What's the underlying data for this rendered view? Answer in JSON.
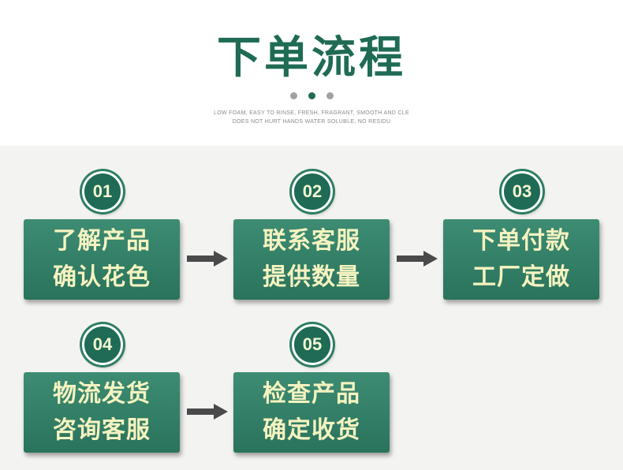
{
  "header": {
    "title": "下单流程",
    "subtitle_line1": "LOW FOAM, EASY TO RINSE, FRESH, FRAGRANT, SMOOTH AND CLE",
    "subtitle_line2": "DOES NOT HURT HANDS WATER SOLUBLE, NO RESIDU"
  },
  "colors": {
    "brand_green": "#1f6b55",
    "card_green": "#2f7a63",
    "card_text": "#f5f3c0",
    "arrow": "#4a4a4a"
  },
  "steps": [
    {
      "number": "01",
      "line1": "了解产品",
      "line2": "确认花色"
    },
    {
      "number": "02",
      "line1": "联系客服",
      "line2": "提供数量"
    },
    {
      "number": "03",
      "line1": "下单付款",
      "line2": "工厂定做"
    },
    {
      "number": "04",
      "line1": "物流发货",
      "line2": "咨询客服"
    },
    {
      "number": "05",
      "line1": "检查产品",
      "line2": "确定收货"
    }
  ],
  "icons": [
    "arrow-right-icon"
  ]
}
